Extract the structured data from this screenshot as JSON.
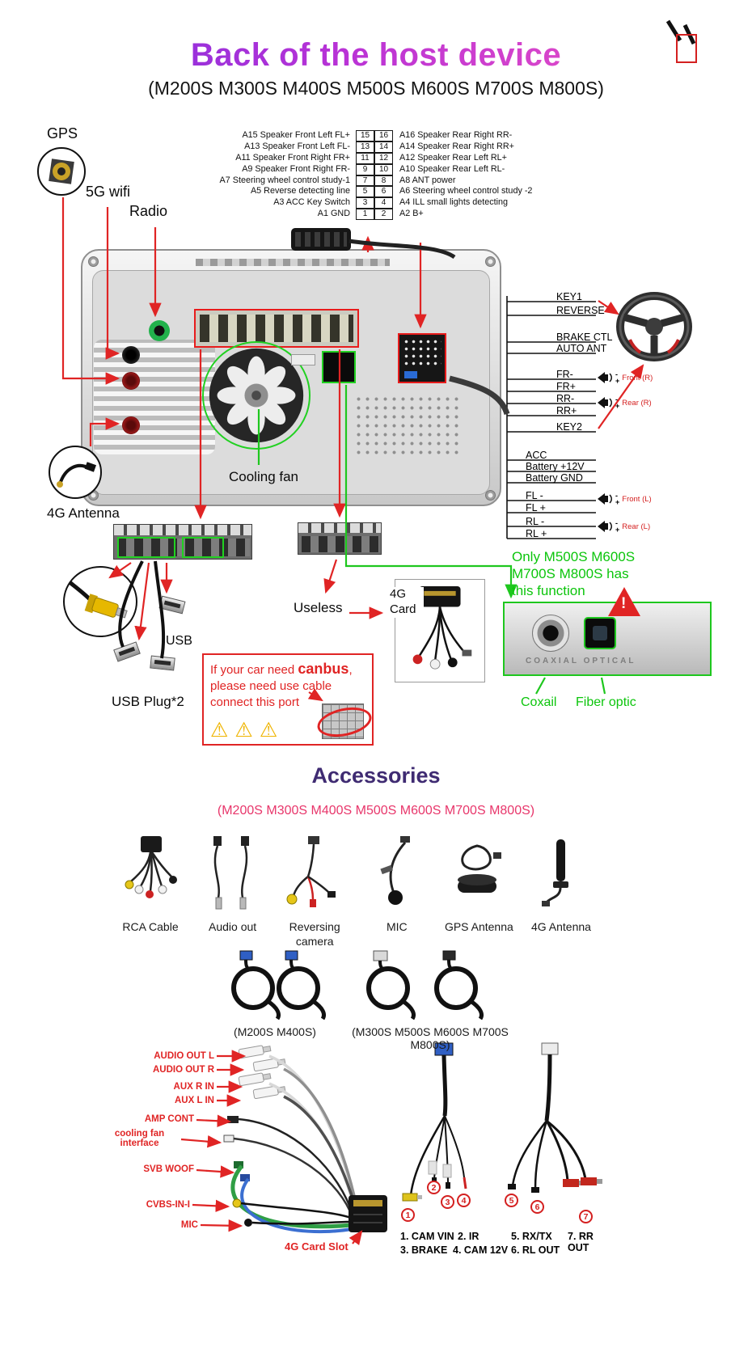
{
  "header": {
    "title": "Back of the host device",
    "subtitle": "(M200S M300S M400S M500S M600S M700S M800S)"
  },
  "device": {
    "gps": "GPS",
    "wifi": "5G wifi",
    "radio": "Radio",
    "cooling_fan": "Cooling fan",
    "antenna_4g": "4G Antenna"
  },
  "pinout": {
    "left": [
      {
        "pin": "15",
        "label": "A15 Speaker Front Left FL+"
      },
      {
        "pin": "13",
        "label": "A13 Speaker Front Left FL-"
      },
      {
        "pin": "11",
        "label": "A11 Speaker Front Right FR+"
      },
      {
        "pin": "9",
        "label": "A9 Speaker Front Right FR-"
      },
      {
        "pin": "7",
        "label": "A7 Steering wheel control study-1"
      },
      {
        "pin": "5",
        "label": "A5 Reverse detecting line"
      },
      {
        "pin": "3",
        "label": "A3 ACC Key Switch"
      },
      {
        "pin": "1",
        "label": "A1 GND"
      }
    ],
    "right": [
      {
        "pin": "16",
        "label": "A16 Speaker Rear Right RR-"
      },
      {
        "pin": "14",
        "label": "A14 Speaker Rear Right RR+"
      },
      {
        "pin": "12",
        "label": "A12 Speaker Rear Left RL+"
      },
      {
        "pin": "10",
        "label": "A10 Speaker Rear Left RL-"
      },
      {
        "pin": "8",
        "label": "A8 ANT power"
      },
      {
        "pin": "6",
        "label": "A6 Steering wheel control study -2"
      },
      {
        "pin": "4",
        "label": "A4 ILL small lights detecting"
      },
      {
        "pin": "2",
        "label": "A2 B+"
      }
    ]
  },
  "harness": {
    "top": [
      "KEY1",
      "REVERSE",
      "BRAKE CTL",
      "AUTO ANT",
      "FR-",
      "FR+",
      "RR-",
      "RR+",
      "KEY2"
    ],
    "bottom": [
      "ACC",
      "Battery +12V",
      "Battery GND",
      "FL -",
      "FL +",
      "RL -",
      "RL +"
    ],
    "speakers": [
      "Front (R)",
      "Rear (R)",
      "Front (L)",
      "Rear (L)"
    ],
    "minus": "-",
    "plus": "+"
  },
  "ports": {
    "useless": "Useless",
    "usb": "USB",
    "usb_plug2": "USB Plug*2",
    "card_4g": "4G Card",
    "only_note": "Only M500S M600S M700S M800S has this function",
    "coaxial": "Coxail",
    "fiber": "Fiber optic",
    "panel_text": "COAXIAL  OPTICAL",
    "warning_mark": "!",
    "canbus": {
      "pre": "If your car need ",
      "bold": "canbus",
      "post": ",",
      "line2": "please need use cable",
      "line3": "connect this port",
      "warning_icon": "⚠"
    }
  },
  "accessories": {
    "title": "Accessories",
    "subtitle": "(M200S M300S M400S M500S M600S M700S M800S)",
    "items": [
      "RCA Cable",
      "Audio out",
      "Reversing camera",
      "MIC",
      "GPS Antenna",
      "4G Antenna"
    ],
    "cable_groups": [
      "(M200S M400S)",
      "(M300S M500S M600S M700S M800S)"
    ]
  },
  "breakout": {
    "labels": [
      "AUDIO OUT L",
      "AUDIO OUT R",
      "AUX R IN",
      "AUX L IN",
      "AMP CONT",
      "cooling fan interface",
      "SVB WOOF",
      "CVBS-IN-I",
      "MIC"
    ],
    "slot": "4G Card Slot",
    "circles": [
      "1",
      "2",
      "3",
      "4",
      "5",
      "6",
      "7"
    ],
    "legend": [
      "1. CAM VIN",
      "2. IR",
      "3. BRAKE",
      "4. CAM 12V",
      "5. RX/TX",
      "6. RL OUT",
      "7. RR OUT"
    ]
  },
  "colors": {
    "accent_red": "#e02424",
    "accent_green": "#1ec71e",
    "title_purple": "#ab35d2",
    "accessories_purple": "#3f2b72",
    "accessories_pink": "#e8366b"
  }
}
